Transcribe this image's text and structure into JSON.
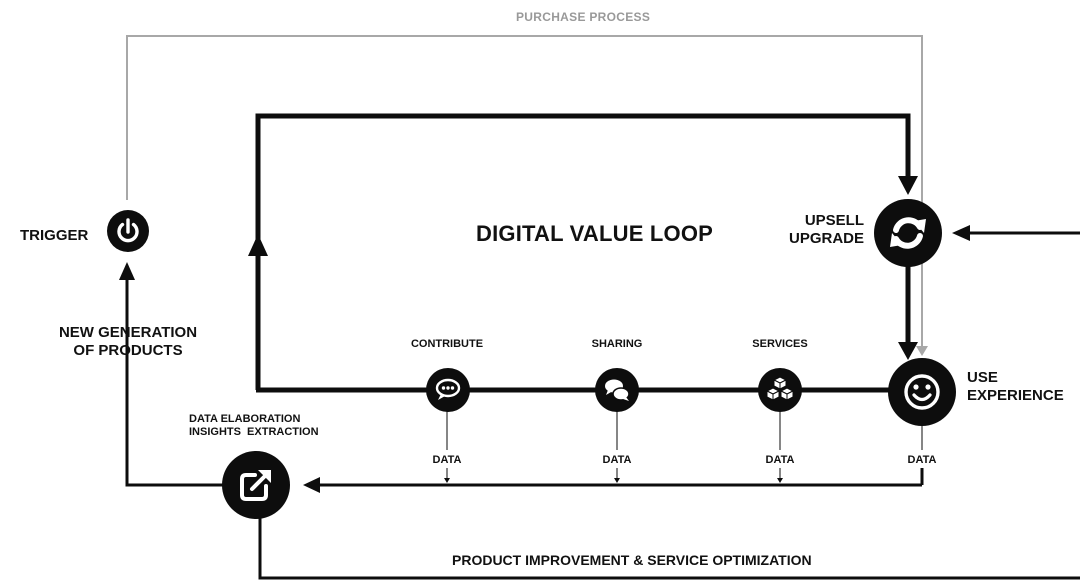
{
  "title": "DIGITAL VALUE LOOP",
  "purchase_process": "PURCHASE PROCESS",
  "trigger": "TRIGGER",
  "upsell": [
    "UPSELL",
    "UPGRADE"
  ],
  "use": [
    "USE",
    "EXPERIENCE"
  ],
  "new_generation": [
    "NEW GENERATION",
    "OF PRODUCTS"
  ],
  "data_elaboration": [
    "DATA ELABORATION",
    "INSIGHTS  EXTRACTION"
  ],
  "activities": {
    "contribute": "CONTRIBUTE",
    "sharing": "SHARING",
    "services": "SERVICES"
  },
  "data_labels": [
    "DATA",
    "DATA",
    "DATA",
    "DATA"
  ],
  "product_improvement": "PRODUCT IMPROVEMENT & SERVICE OPTIMIZATION",
  "icons": {
    "trigger": "power-icon",
    "upsell": "refresh-icon",
    "use": "smiley-icon",
    "contribute": "speech-bubble-icon",
    "sharing": "chat-bubbles-icon",
    "services": "cubes-icon",
    "data_elaboration": "external-link-icon"
  },
  "colors": {
    "main": "#0d0d0d",
    "purchase_line": "#a8a8a8"
  }
}
